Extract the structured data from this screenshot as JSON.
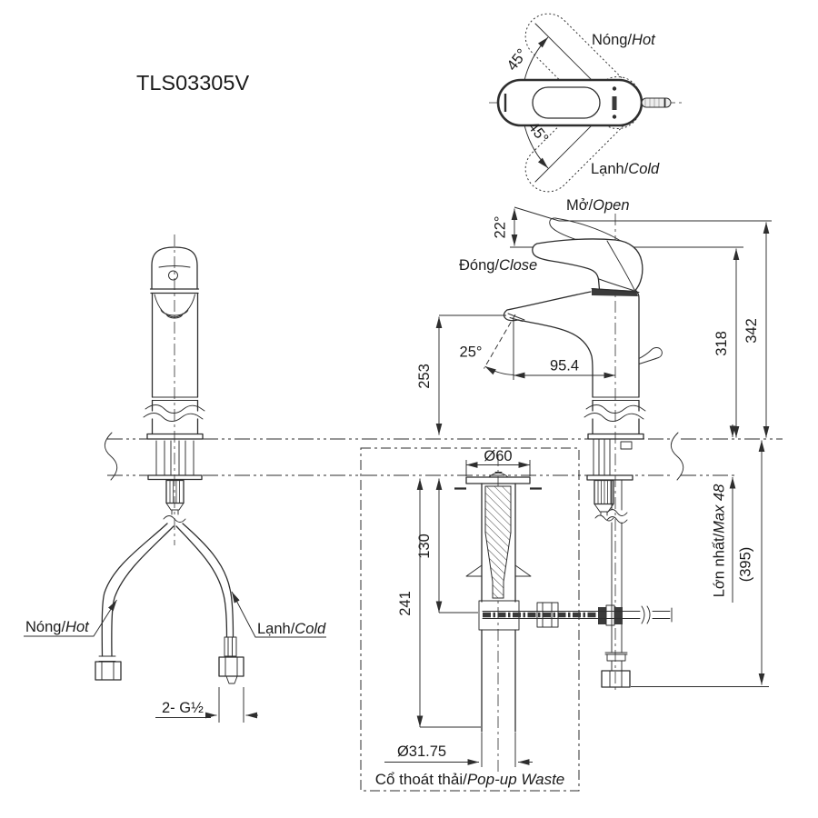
{
  "title": "TLS03305V",
  "colors": {
    "line": "#2e2e2e",
    "text": "#1b1b1b",
    "background": "#ffffff"
  },
  "top_view": {
    "hot": {
      "vi": "Nóng/",
      "en": "Hot"
    },
    "cold": {
      "vi": "Lạnh/",
      "en": "Cold"
    },
    "swing_upper": "45°",
    "swing_lower": "45°"
  },
  "side_view": {
    "open": {
      "vi": "Mở/",
      "en": "Open"
    },
    "close": {
      "vi": "Đóng/",
      "en": "Close"
    },
    "open_angle": "22°",
    "spout_angle": "25°",
    "spout_reach": "95.4",
    "spout_height": "253",
    "height_closed": "318",
    "height_open": "342"
  },
  "mounting": {
    "max_counter": {
      "vi": "Lớn nhất/",
      "en": "Max 48"
    },
    "below_counter_length": "(395)"
  },
  "front_view": {
    "hot": {
      "vi": "Nóng/",
      "en": "Hot"
    },
    "cold": {
      "vi": "Lạnh/",
      "en": "Cold"
    },
    "thread": "2- G½"
  },
  "waste": {
    "flange_dia": "Ø60",
    "rod_depth": "130",
    "total_depth": "241",
    "pipe_dia": "Ø31.75",
    "caption": {
      "vi": "Cổ thoát thải/",
      "en": "Pop-up Waste"
    }
  }
}
